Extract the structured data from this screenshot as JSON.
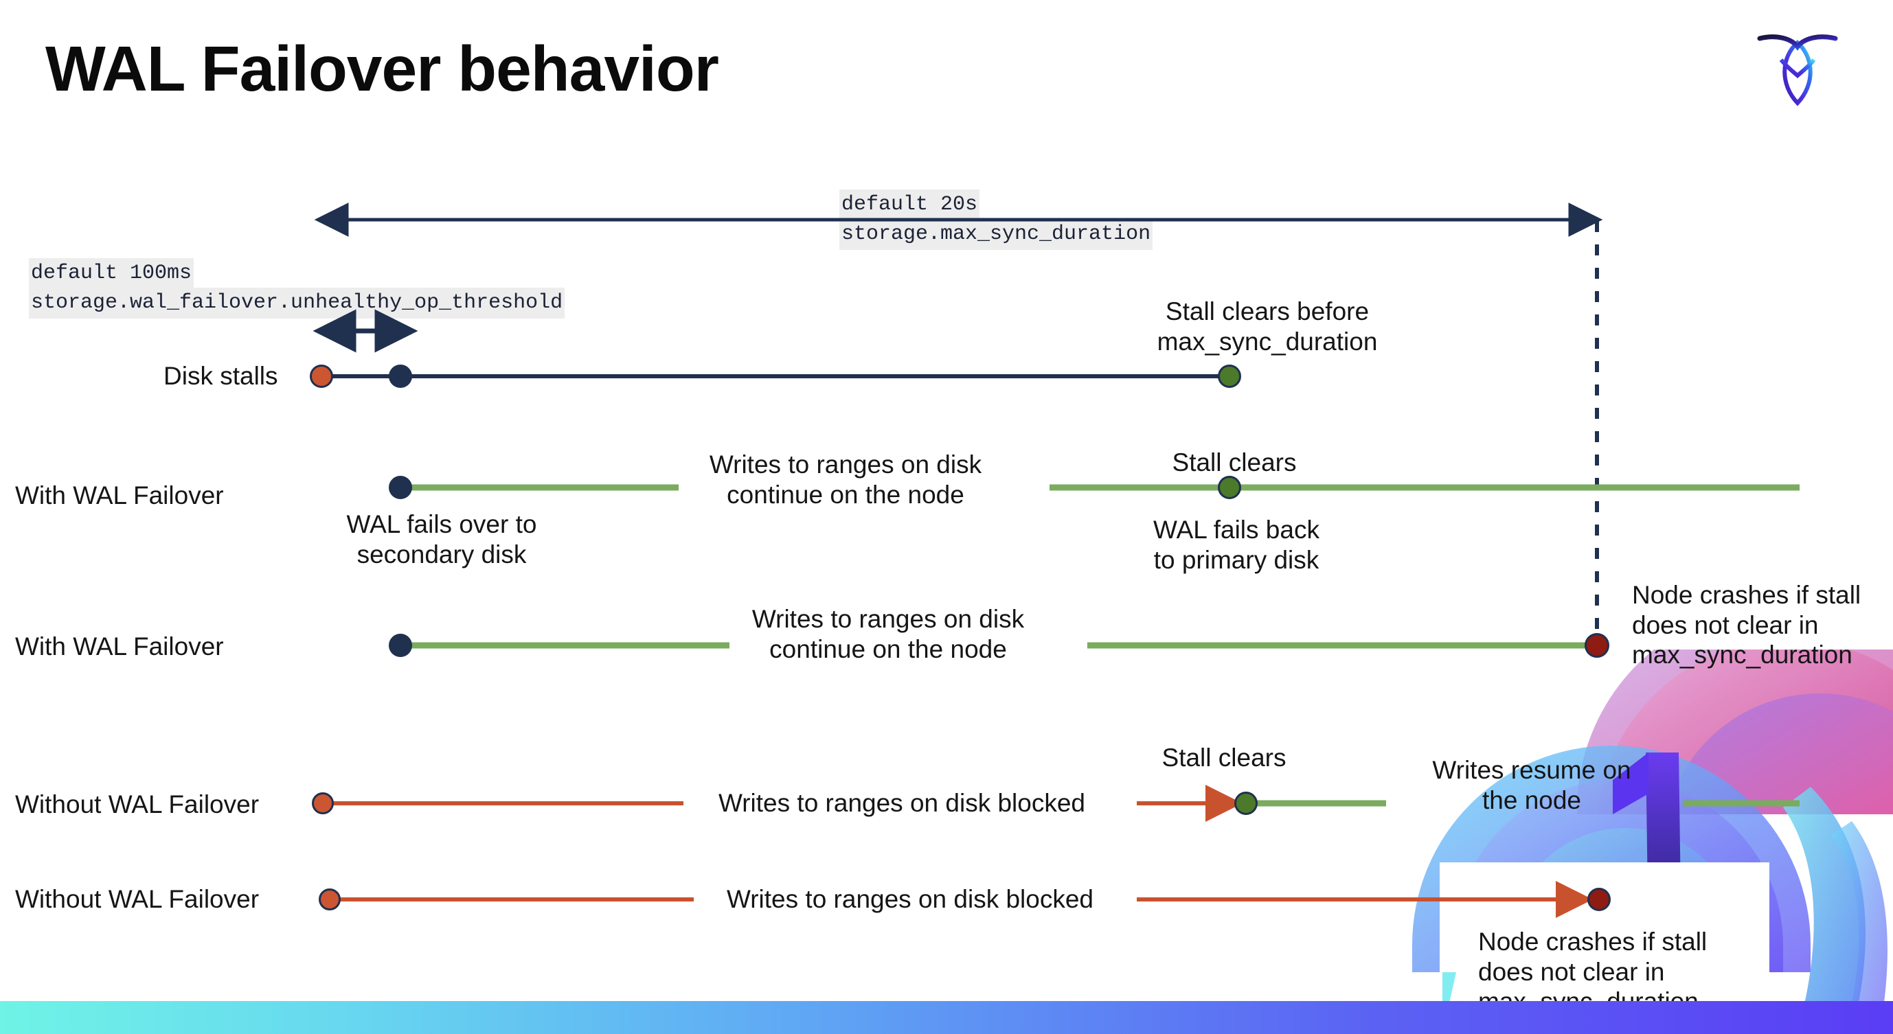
{
  "slide": {
    "title": "WAL Failover behavior",
    "logo_name": "cockroachdb-logo"
  },
  "colors": {
    "navy": "#20304f",
    "navy_dark": "#1b2a47",
    "green_line": "#7aab5e",
    "green_dot": "#4b7a2b",
    "orange": "#c9522e",
    "orange_dot": "#cc5631",
    "red_dot": "#8e1c12",
    "code_bg": "#ededed",
    "text": "#151515",
    "bar_gradient_start": "#6ff3e6",
    "bar_gradient_end": "#5a3df5"
  },
  "annotations": {
    "max_sync_default": "default 20s",
    "max_sync_setting": "storage.max_sync_duration",
    "unhealthy_default": "default 100ms",
    "unhealthy_setting": "storage.wal_failover.unhealthy_op_threshold"
  },
  "rows": [
    {
      "id": "disk-stalls",
      "label": "Disk stalls",
      "notes": [
        "Stall clears before\nmax_sync_duration"
      ]
    },
    {
      "id": "with-wal-failover-1",
      "label": "With WAL Failover",
      "notes": [
        "Writes to ranges on disk\ncontinue on the node",
        "WAL fails over to\nsecondary disk",
        "Stall clears",
        "WAL fails  back\nto primary disk"
      ]
    },
    {
      "id": "with-wal-failover-2",
      "label": "With WAL Failover",
      "notes": [
        "Writes to ranges on disk\ncontinue on the node",
        "Node crashes if stall\ndoes not clear in\nmax_sync_duration"
      ]
    },
    {
      "id": "without-wal-failover-1",
      "label": "Without WAL Failover",
      "notes": [
        "Writes to ranges on disk  blocked",
        "Stall clears",
        "Writes resume on\nthe node"
      ]
    },
    {
      "id": "without-wal-failover-2",
      "label": "Without WAL Failover",
      "notes": [
        "Writes to ranges on disk  blocked",
        "Node crashes if stall\ndoes not clear in\nmax_sync_duration"
      ]
    }
  ],
  "text": {
    "stall_clears_before": "Stall clears before\nmax_sync_duration",
    "stall_clears": "Stall clears",
    "writes_continue": "Writes to ranges on disk\ncontinue on the node",
    "wal_fails_over": "WAL fails over to\nsecondary disk",
    "wal_fails_back": "WAL fails  back\nto primary disk",
    "node_crashes": "Node crashes if stall\ndoes not clear in\nmax_sync_duration",
    "writes_blocked": "Writes to ranges on disk  blocked",
    "writes_resume": "Writes resume on\nthe node"
  }
}
